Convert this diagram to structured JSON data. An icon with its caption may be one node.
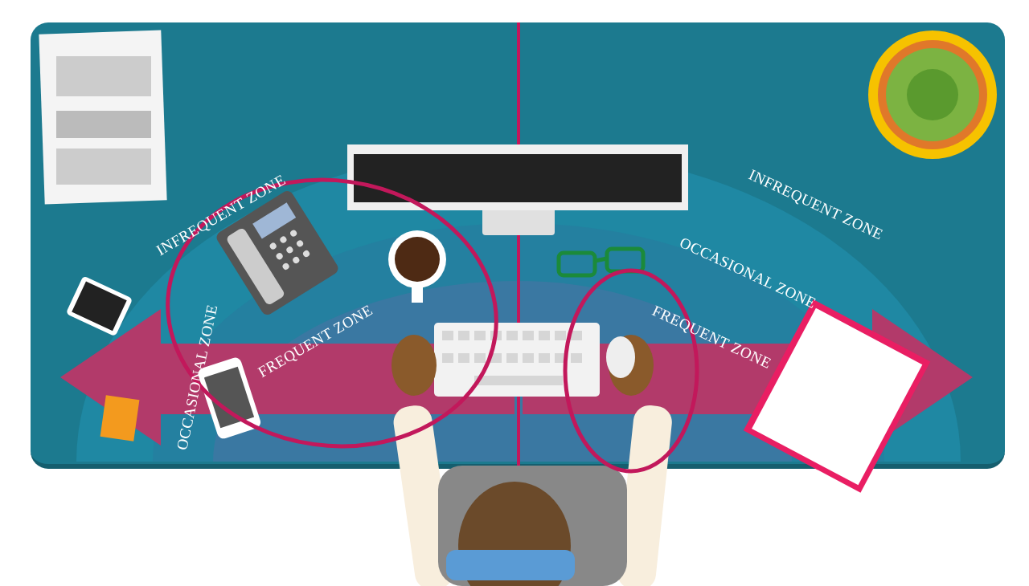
{
  "diagram": {
    "nodes": [
      {
        "text": [
          "INFREQUENT ZONE"
        ]
      },
      {
        "text": [
          "OCCASIONAL ZONE"
        ],
        "in": 0
      },
      {
        "text": [
          "FREQUENT ZONE"
        ],
        "in": 1
      },
      {
        "text": [
          "INFREQUENT ZONE"
        ]
      },
      {
        "text": [
          "OCCASIONAL ZONE"
        ],
        "in": 3
      },
      {
        "text": [
          "FREQUENT ZONE"
        ],
        "in": 4
      }
    ]
  }
}
